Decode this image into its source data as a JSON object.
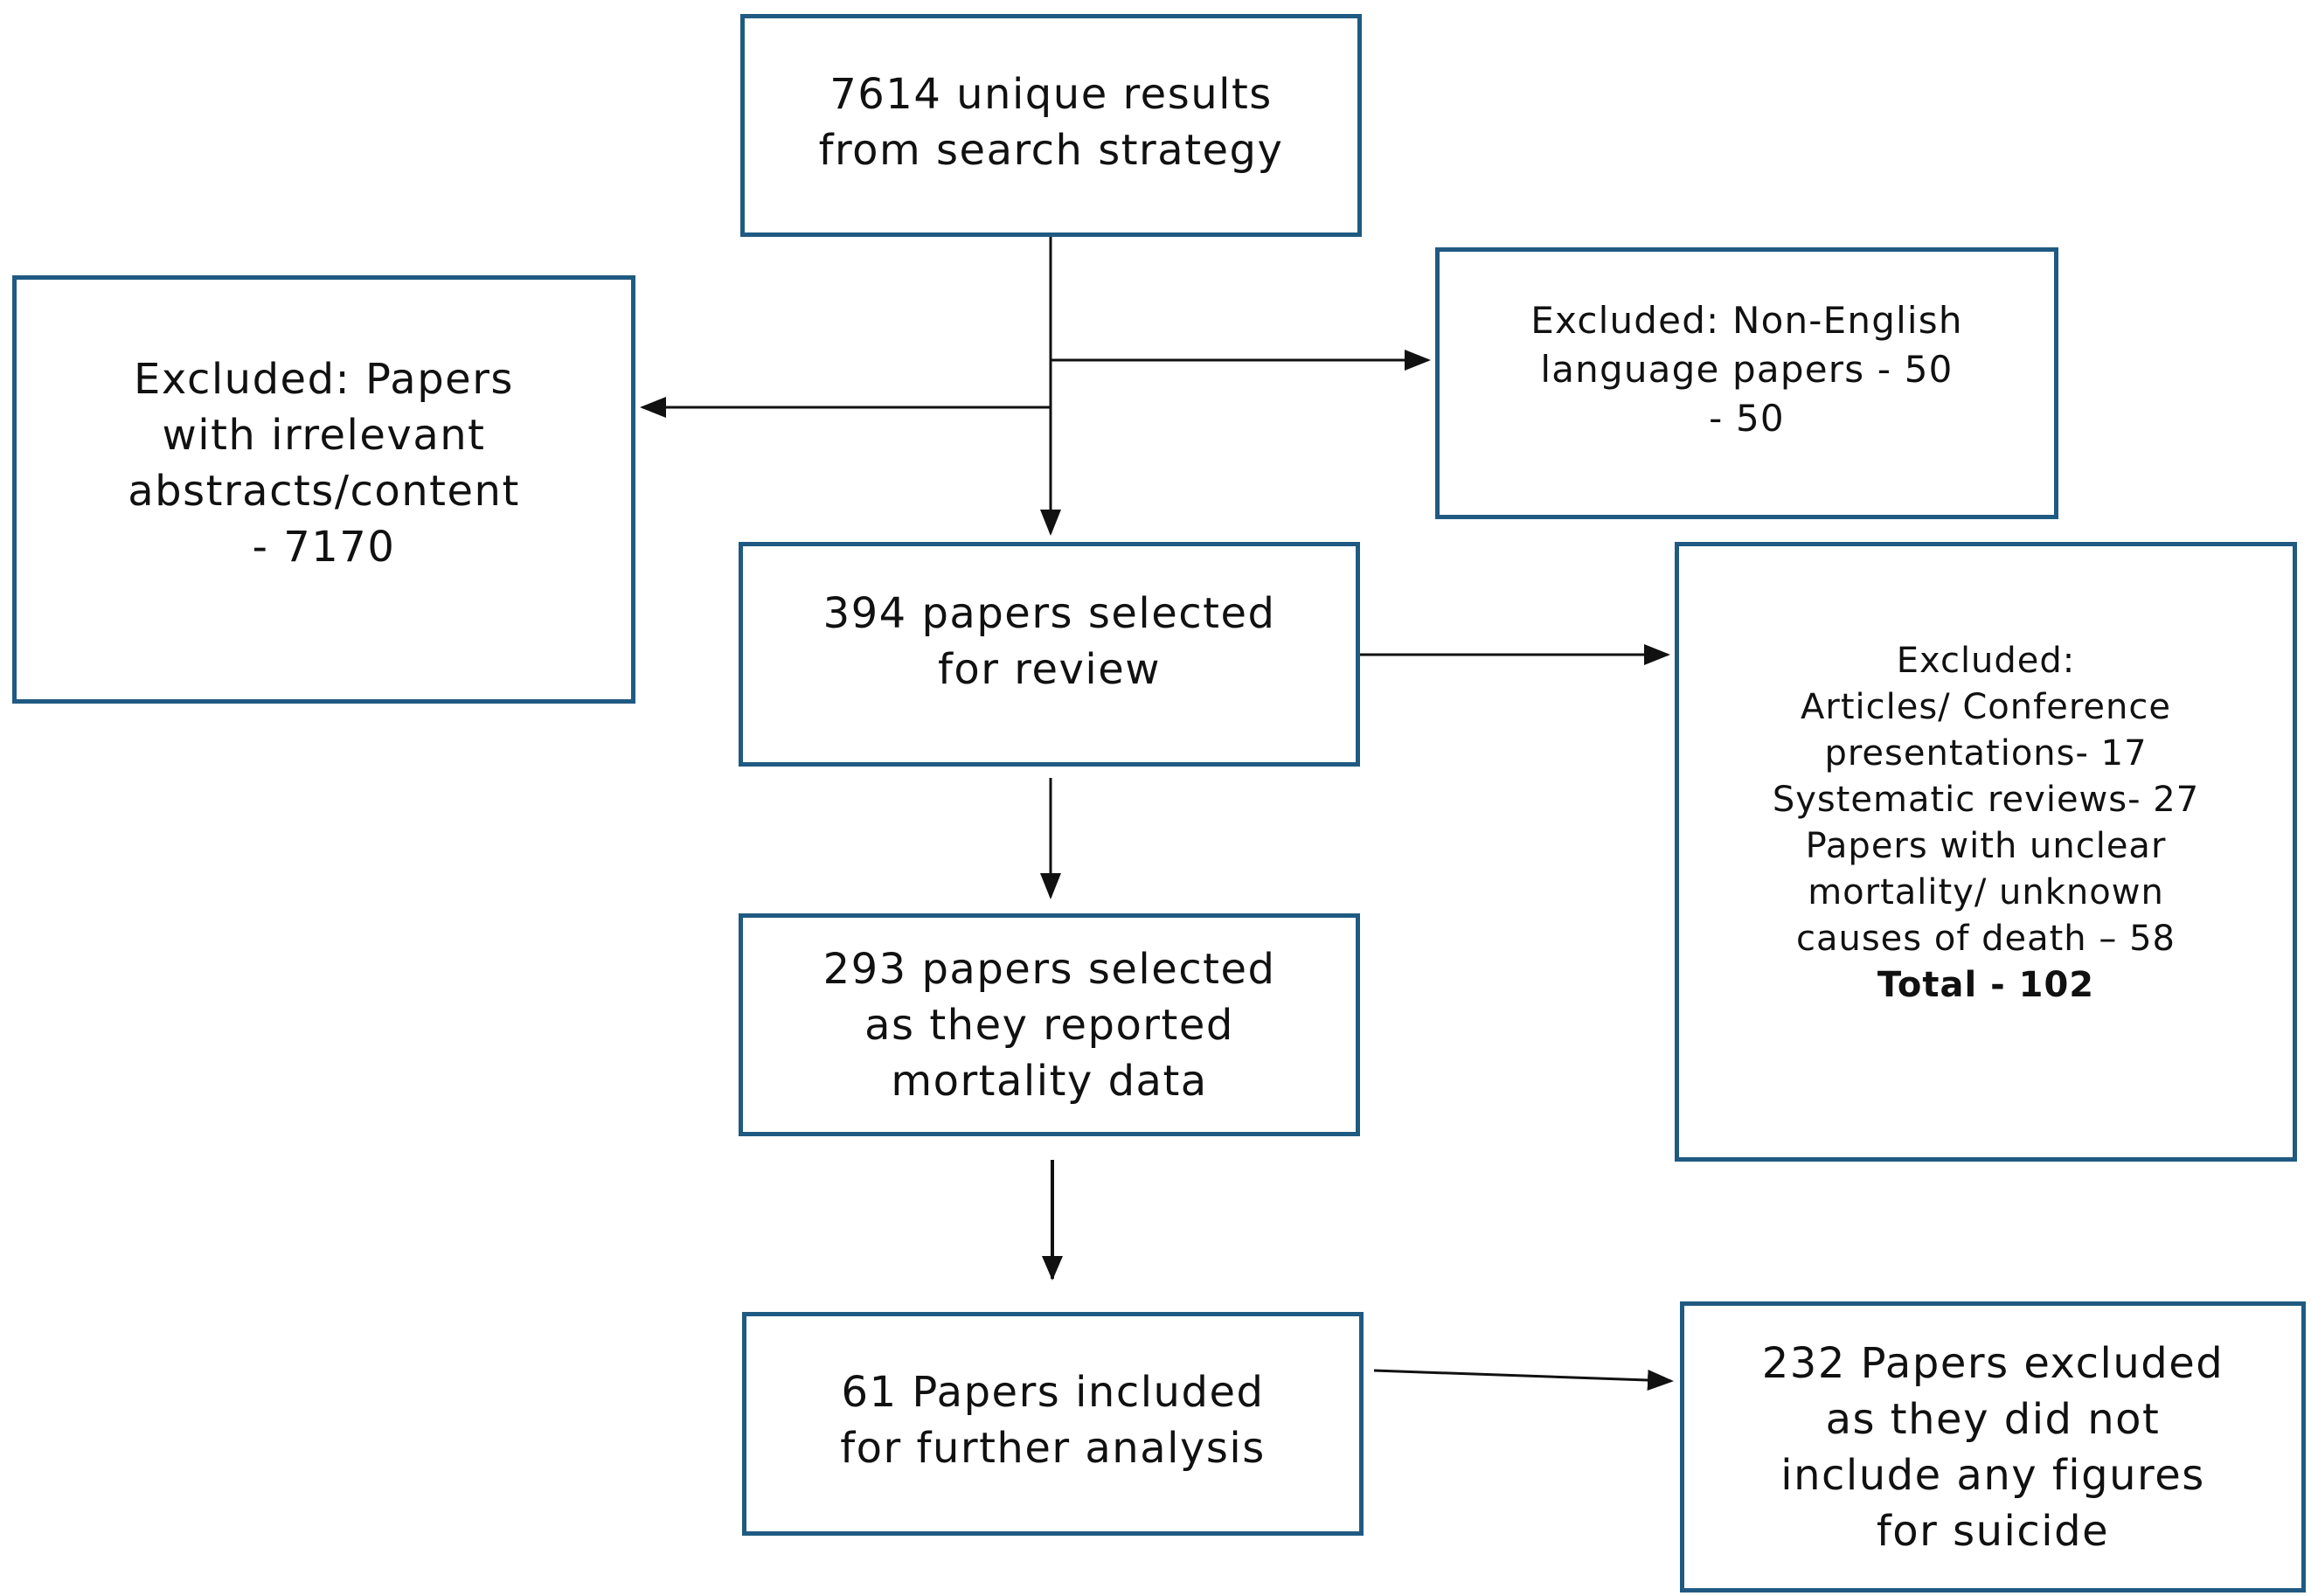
{
  "diagram": {
    "boxes": {
      "start": {
        "lines": [
          "7614 unique results",
          "from search strategy"
        ]
      },
      "irrelevant": {
        "lines": [
          "Excluded: Papers",
          "with irrelevant",
          "abstracts/content",
          "- 7170"
        ]
      },
      "non_english": {
        "lines": [
          "Excluded: Non-English",
          "language papers - 50",
          "- 50"
        ]
      },
      "selected_394": {
        "lines": [
          "394 papers selected",
          "for review"
        ]
      },
      "excluded_102": {
        "lines": [
          "Excluded:",
          "Articles/ Conference",
          "presentations- 17",
          "Systematic reviews- 27",
          "Papers with unclear",
          "mortality/ unknown",
          "causes of death – 58"
        ],
        "total": "Total - 102"
      },
      "selected_293": {
        "lines": [
          "293 papers selected",
          "as they reported",
          "mortality data"
        ]
      },
      "included_61": {
        "lines": [
          "61 Papers included",
          "for further analysis"
        ]
      },
      "excluded_232": {
        "lines": [
          "232 Papers excluded",
          "as they did not",
          "include any figures",
          "for suicide"
        ]
      }
    },
    "colors": {
      "box_border": "#1f5a82",
      "arrow": "#111111",
      "text": "#111111"
    }
  }
}
